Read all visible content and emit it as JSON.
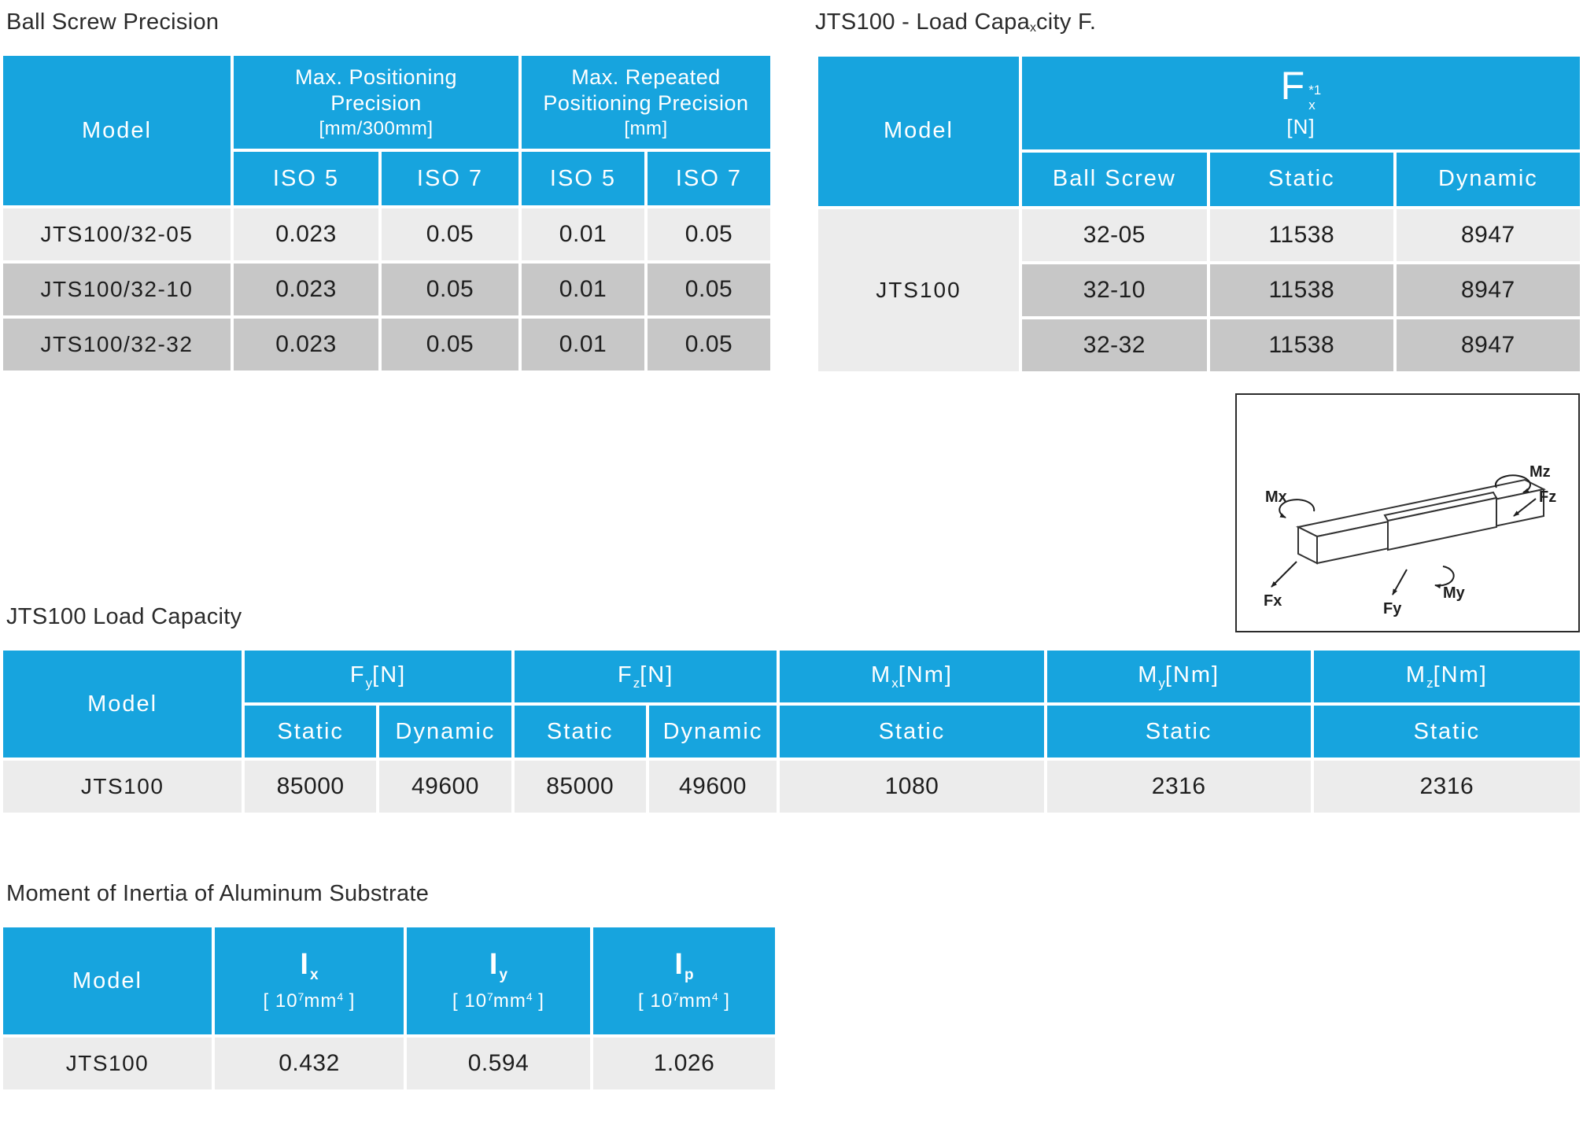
{
  "theme": {
    "accent_blue": "#17a4de",
    "row_light": "#ececec",
    "row_shaded": "#c7c7c7",
    "header_text": "#ffffff",
    "body_text": "#1e1e1e"
  },
  "ball_screw_precision": {
    "title": "Ball Screw Precision",
    "col_model": "Model",
    "group_positioning": [
      "Max. Positioning",
      "Precision",
      "[mm/300mm]"
    ],
    "group_repeated": [
      "Max. Repeated",
      "Positioning Precision",
      "[mm]"
    ],
    "subheaders": [
      "ISO 5",
      "ISO 7",
      "ISO 5",
      "ISO 7"
    ],
    "rows": [
      {
        "model": "JTS100/32-05",
        "v": [
          "0.023",
          "0.05",
          "0.01",
          "0.05"
        ]
      },
      {
        "model": "JTS100/32-10",
        "v": [
          "0.023",
          "0.05",
          "0.01",
          "0.05"
        ]
      },
      {
        "model": "JTS100/32-32",
        "v": [
          "0.023",
          "0.05",
          "0.01",
          "0.05"
        ]
      }
    ]
  },
  "load_capacity_fx": {
    "title_prefix": "JTS100 - Load Capa",
    "title_sub": "x",
    "title_suffix": "city F.",
    "col_model": "Model",
    "fx": {
      "base": "F",
      "sup": "*1",
      "sub": "x",
      "unit": "[N]"
    },
    "subheaders": [
      "Ball Screw",
      "Static",
      "Dynamic"
    ],
    "model_value": "JTS100",
    "rows": [
      {
        "ball_screw": "32-05",
        "static": "11538",
        "dynamic": "8947"
      },
      {
        "ball_screw": "32-10",
        "static": "11538",
        "dynamic": "8947"
      },
      {
        "ball_screw": "32-32",
        "static": "11538",
        "dynamic": "8947"
      }
    ]
  },
  "diagram": {
    "labels": {
      "mx": "Mx",
      "fx": "Fx",
      "fy": "Fy",
      "my": "My",
      "mz": "Mz",
      "fz": "Fz"
    }
  },
  "load_capacity": {
    "title": "JTS100 Load Capacity",
    "col_model": "Model",
    "groups": [
      {
        "base": "F",
        "sub": "y",
        "unit": "[N]",
        "subcols": [
          "Static",
          "Dynamic"
        ]
      },
      {
        "base": "F",
        "sub": "z",
        "unit": "[N]",
        "subcols": [
          "Static",
          "Dynamic"
        ]
      },
      {
        "base": "M",
        "sub": "x",
        "unit": "[Nm]",
        "subcols": [
          "Static"
        ]
      },
      {
        "base": "M",
        "sub": "y",
        "unit": "[Nm]",
        "subcols": [
          "Static"
        ]
      },
      {
        "base": "M",
        "sub": "z",
        "unit": "[Nm]",
        "subcols": [
          "Static"
        ]
      }
    ],
    "row": {
      "model": "JTS100",
      "v": [
        "85000",
        "49600",
        "85000",
        "49600",
        "1080",
        "2316",
        "2316"
      ]
    }
  },
  "moment_of_inertia": {
    "title": "Moment of Inertia of Aluminum Substrate",
    "col_model": "Model",
    "cols": [
      {
        "base": "I",
        "sub": "x",
        "u1": "[ 10",
        "e1": "7",
        "u2": "mm",
        "e2": "4",
        "u3": " ]"
      },
      {
        "base": "I",
        "sub": "y",
        "u1": "[ 10",
        "e1": "7",
        "u2": "mm",
        "e2": "4",
        "u3": " ]"
      },
      {
        "base": "I",
        "sub": "p",
        "u1": "[ 10",
        "e1": "7",
        "u2": "mm",
        "e2": "4",
        "u3": " ]"
      }
    ],
    "row": {
      "model": "JTS100",
      "v": [
        "0.432",
        "0.594",
        "1.026"
      ]
    }
  }
}
